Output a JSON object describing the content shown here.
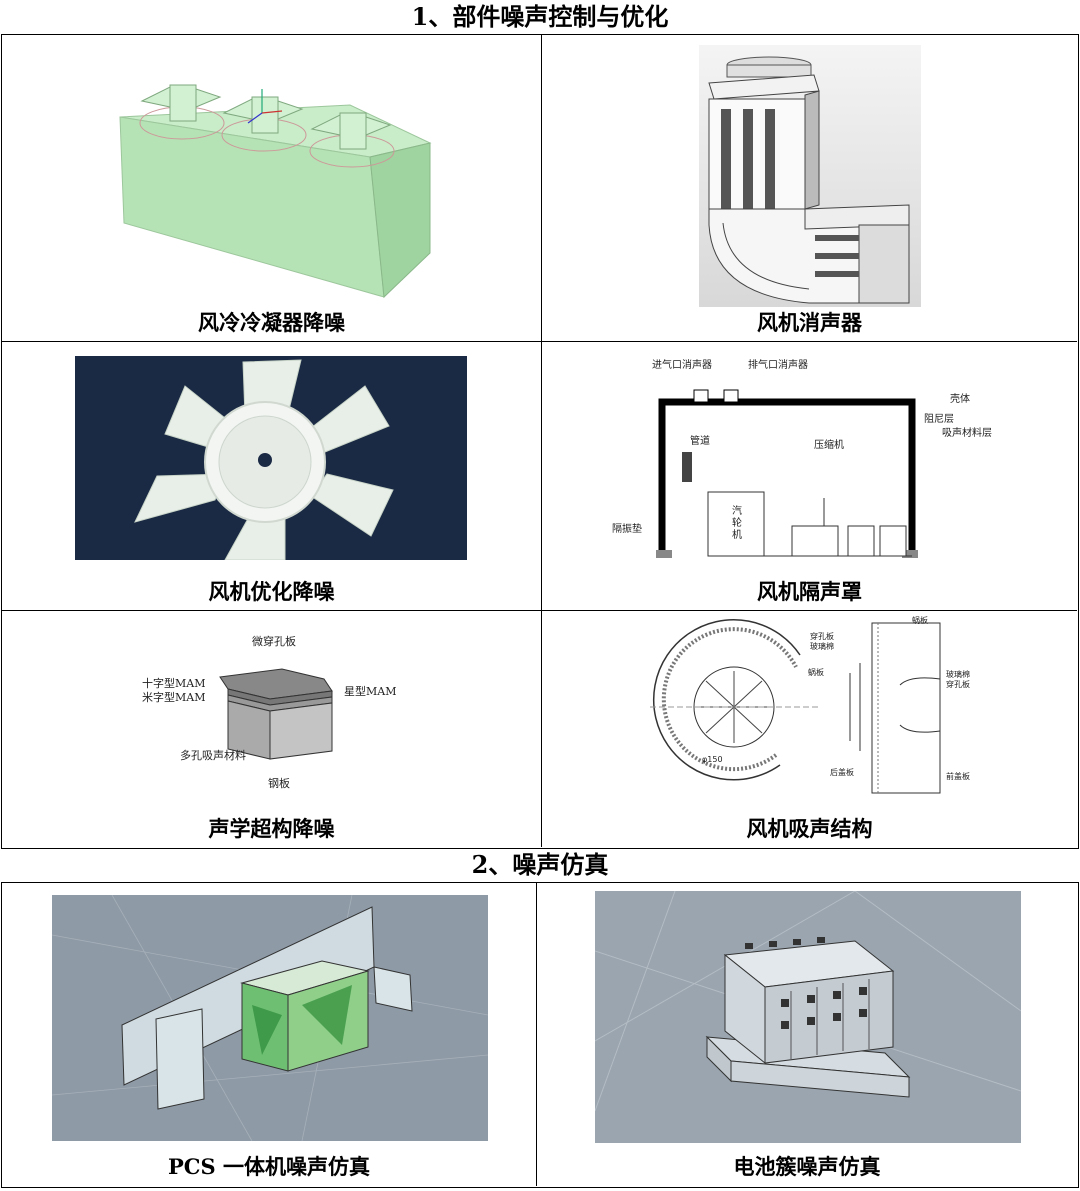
{
  "section1": {
    "title": "1、部件噪声控制与优化",
    "cells": [
      {
        "caption": "风冷冷凝器降噪"
      },
      {
        "caption": "风机消声器"
      },
      {
        "caption": "风机优化降噪"
      },
      {
        "caption": "风机隔声罩",
        "labels": {
          "inlet": "进气口消声器",
          "outlet": "排气口消声器",
          "shell": "壳体",
          "damping": "阻尼层",
          "absorb": "吸声材料层",
          "pipe": "管道",
          "compressor": "压缩机",
          "turbine": "汽\n轮\n机",
          "isolator": "隔振垫"
        }
      },
      {
        "caption": "声学超构降噪",
        "labels": {
          "micro": "微穿孔板",
          "cross": "十字型MAM",
          "rice": "米字型MAM",
          "star": "星型MAM",
          "porous": "多孔吸声材料",
          "steel": "钢板"
        }
      },
      {
        "caption": "风机吸声结构",
        "labels": {
          "perf": "穿孔板",
          "glass": "玻璃棉",
          "volute": "蜗板",
          "back": "后盖板",
          "front": "前盖板",
          "dia": "φ150",
          "volute2": "蜗板",
          "glass2": "玻璃棉",
          "perf2": "穿孔板"
        }
      }
    ]
  },
  "section2": {
    "title": "2、噪声仿真",
    "cells": [
      {
        "caption": "PCS 一体机噪声仿真"
      },
      {
        "caption": "电池簇噪声仿真"
      }
    ]
  }
}
